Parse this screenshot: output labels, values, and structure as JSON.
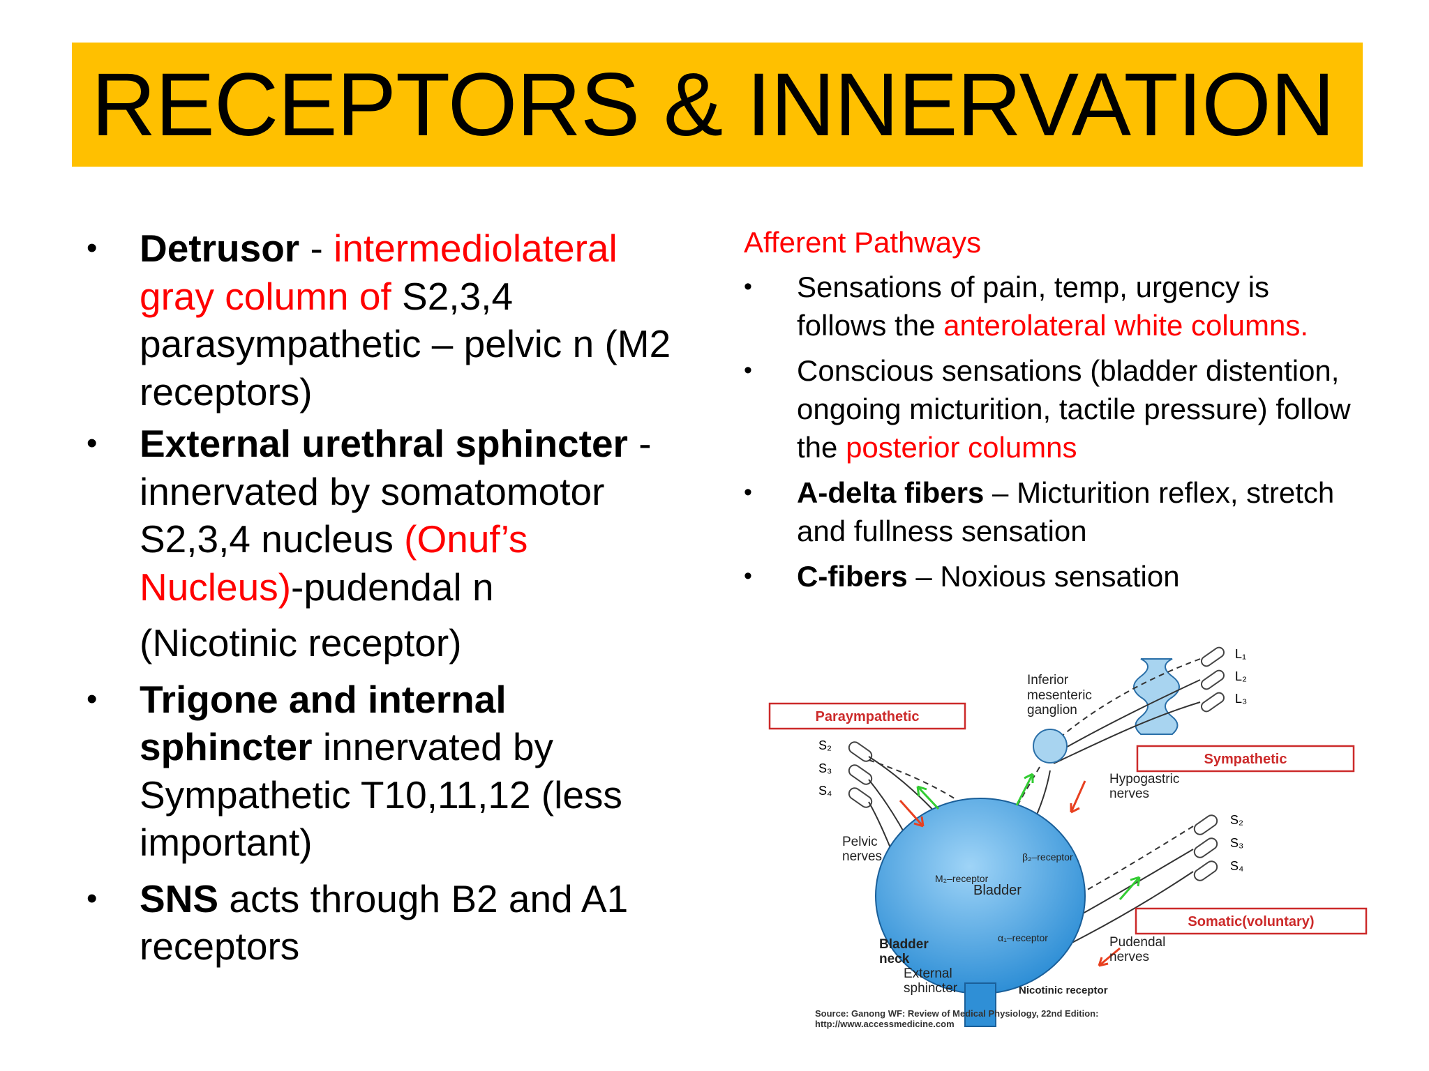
{
  "title": "RECEPTORS & INNERVATION",
  "left": {
    "b1": {
      "bold": "Detrusor",
      "sep": " - ",
      "red": "intermediolateral gray column of",
      "rest1": " S2,3,4 parasympathetic – pelvic n (M2 receptors)"
    },
    "b2": {
      "bold": "External urethral sphincter",
      "sep": " - innervated by somatomotor S2,3,4 nucleus ",
      "red": "(Onuf’s Nucleus)",
      "rest1": "-pudendal n",
      "rest2": "(Nicotinic receptor)"
    },
    "b3": {
      "bold": "Trigone and internal sphincter",
      "rest1": " innervated by Sympathetic T10,11,12 (less important)"
    },
    "b4": {
      "bold": "SNS",
      "rest1": " acts through B2 and A1 receptors"
    }
  },
  "right": {
    "heading": "Afferent Pathways",
    "r1": {
      "text": "Sensations of pain, temp, urgency is follows the ",
      "red": "anterolateral white columns."
    },
    "r2": {
      "text": "Conscious sensations (bladder distention, ongoing micturition, tactile pressure) follow the ",
      "red": "posterior columns"
    },
    "r3": {
      "bold": "A-delta fibers",
      "text": " – Micturition reflex, stretch and fullness sensation"
    },
    "r4": {
      "bold": "C-fibers",
      "text": " – Noxious sensation"
    }
  },
  "figure": {
    "para_box": "Paraympathetic",
    "symp_box": "Sympathetic",
    "somatic_box": "Somatic(voluntary)",
    "l1": "L₁",
    "l2": "L₂",
    "l3": "L₃",
    "s2a": "S₂",
    "s3a": "S₃",
    "s4a": "S₄",
    "s2b": "S₂",
    "s3b": "S₃",
    "s4b": "S₄",
    "img_line1": "Inferior",
    "img_line2": "mesenteric",
    "img_line3": "ganglion",
    "hypo1": "Hypogastric",
    "hypo2": "nerves",
    "pelvic1": "Pelvic",
    "pelvic2": "nerves",
    "beta": "β₂–receptor",
    "m2": "M₂–receptor",
    "bladder": "Bladder",
    "alpha": "α₁–receptor",
    "neck1": "Bladder",
    "neck2": "neck",
    "ext1": "External",
    "ext2": "sphincter",
    "pud1": "Pudendal",
    "pud2": "nerves",
    "nicotinic": "Nicotinic receptor",
    "source1": "Source: Ganong WF: Review of Medical Physiology, 22nd Edition:",
    "source2": "http://www.accessmedicine.com"
  },
  "colors": {
    "title_bg": "#ffc000",
    "accent_red": "#ff0000",
    "bladder_blue": "#4aa8e8",
    "arrow_green": "#33cc33"
  }
}
